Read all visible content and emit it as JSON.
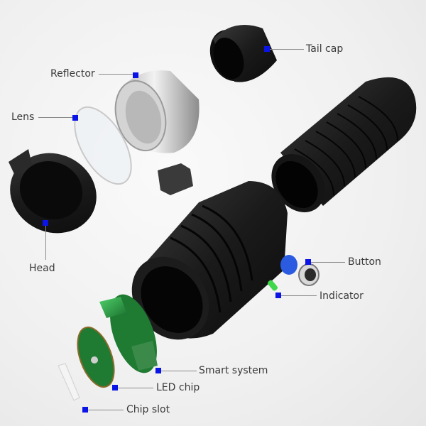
{
  "diagram": {
    "type": "exploded-view",
    "subject": "Flashlight",
    "marker_color": "#0a14e6",
    "leader_color": "#8a8a8a",
    "label_color": "#3a3a3a",
    "parts": [
      {
        "id": "tail-cap",
        "label": "Tail cap"
      },
      {
        "id": "reflector",
        "label": "Reflector"
      },
      {
        "id": "lens",
        "label": "Lens"
      },
      {
        "id": "head",
        "label": "Head"
      },
      {
        "id": "button",
        "label": "Button"
      },
      {
        "id": "indicator",
        "label": "Indicator"
      },
      {
        "id": "smart-system",
        "label": "Smart system"
      },
      {
        "id": "led-chip",
        "label": "LED chip"
      },
      {
        "id": "chip-slot",
        "label": "Chip slot"
      }
    ]
  }
}
